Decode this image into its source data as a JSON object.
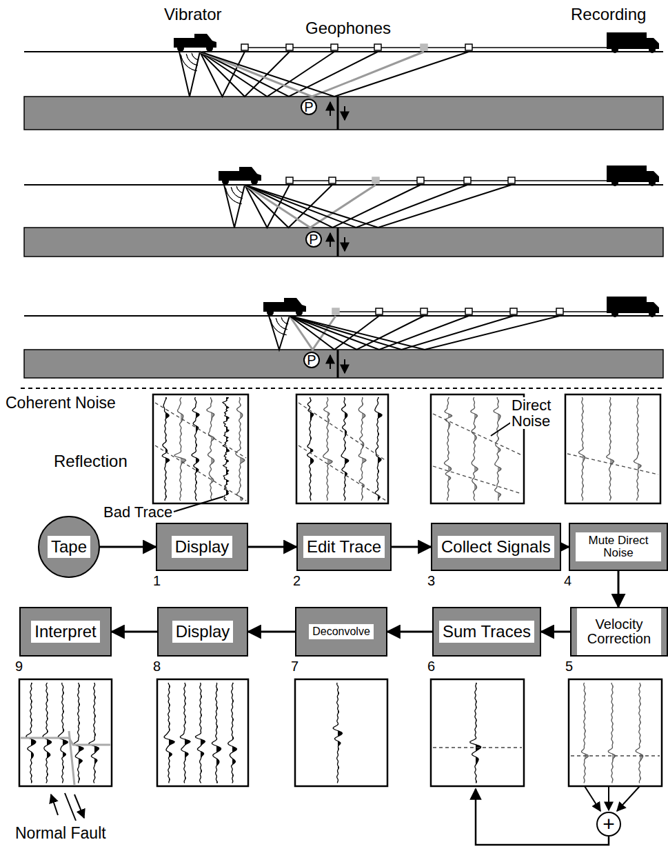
{
  "diagram": {
    "nodes": [
      {
        "text": [
          "P"
        ]
      },
      {
        "text": [
          "P"
        ]
      },
      {
        "text": [
          "P"
        ]
      },
      {
        "text": [
          "Tape"
        ]
      },
      {
        "text": [
          "Display"
        ]
      },
      {
        "text": [
          "Edit Trace"
        ]
      },
      {
        "text": [
          "Collect Signals"
        ]
      },
      {
        "text": [
          "Mute Direct Noise"
        ]
      },
      {
        "text": [
          "Velocity Correction"
        ]
      },
      {
        "text": [
          "Sum Traces"
        ]
      },
      {
        "text": [
          "Deconvolve"
        ]
      },
      {
        "text": [
          "Display"
        ]
      },
      {
        "text": [
          "Interpret"
        ]
      },
      {
        "text": [
          "+"
        ]
      }
    ],
    "edges": [
      {
        "from": 3,
        "to": 4,
        "arrow": "to"
      },
      {
        "from": 4,
        "to": 5,
        "arrow": "to"
      },
      {
        "from": 5,
        "to": 6,
        "arrow": "to"
      },
      {
        "from": 6,
        "to": 7,
        "arrow": "to"
      },
      {
        "from": 7,
        "to": 8,
        "arrow": "to"
      },
      {
        "from": 8,
        "to": 9,
        "arrow": "to"
      },
      {
        "from": 9,
        "to": 10,
        "arrow": "to"
      },
      {
        "from": 10,
        "to": 11,
        "arrow": "to"
      },
      {
        "from": 11,
        "to": 12,
        "arrow": "to"
      }
    ],
    "labels": [
      "Vibrator",
      "Geophones",
      "Recording",
      "Coherent Noise",
      "Direct Noise",
      "Reflection",
      "Bad Trace",
      "1",
      "2",
      "3",
      "4",
      "9",
      "8",
      "7",
      "6",
      "5",
      "Normal Fault"
    ]
  }
}
